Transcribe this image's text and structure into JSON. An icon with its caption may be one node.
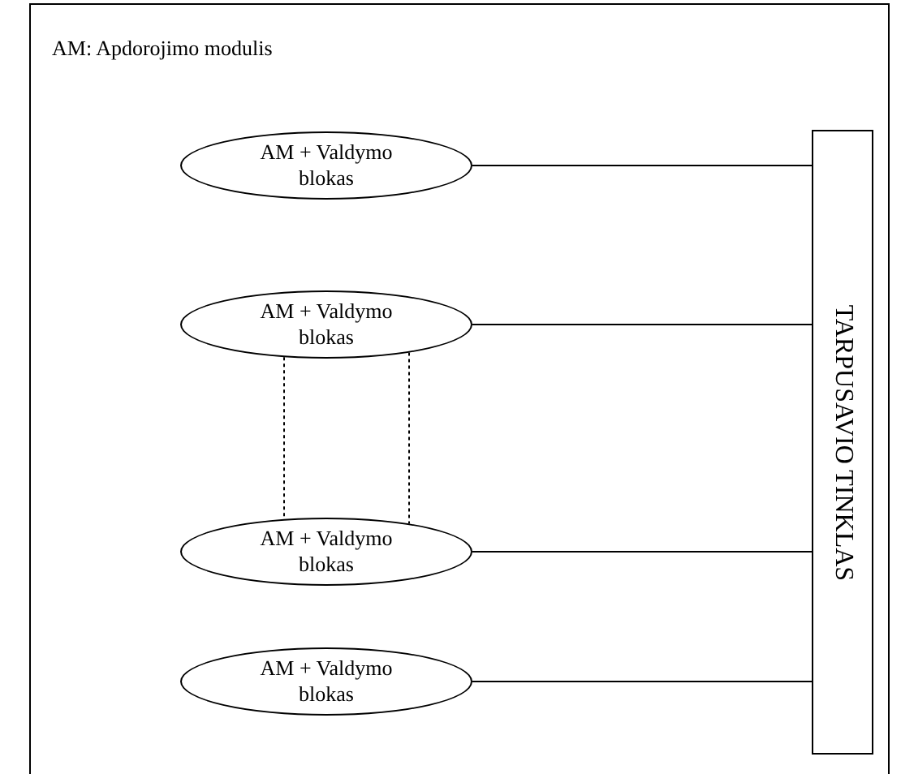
{
  "diagram": {
    "nodes": [
      {
        "text": [
          "AM + Valdymo blokas"
        ]
      },
      {
        "text": [
          "AM + Valdymo blokas"
        ]
      },
      {
        "text": [
          "AM + Valdymo blokas"
        ]
      },
      {
        "text": [
          "AM + Valdymo blokas"
        ]
      },
      {
        "text": [
          "TARPUSAVIO TINKLAS"
        ]
      }
    ],
    "edges": [
      {
        "from": 0,
        "to": 4,
        "arrow": "none"
      },
      {
        "from": 1,
        "to": 4,
        "arrow": "none"
      },
      {
        "from": 2,
        "to": 4,
        "arrow": "none"
      },
      {
        "from": 3,
        "to": 4,
        "arrow": "none"
      },
      {
        "from": 1,
        "to": 2,
        "arrow": "none",
        "style": "dashed"
      },
      {
        "from": 1,
        "to": 2,
        "arrow": "none",
        "style": "dashed"
      }
    ],
    "labels": [
      "AM: Apdorojimo modulis"
    ]
  }
}
